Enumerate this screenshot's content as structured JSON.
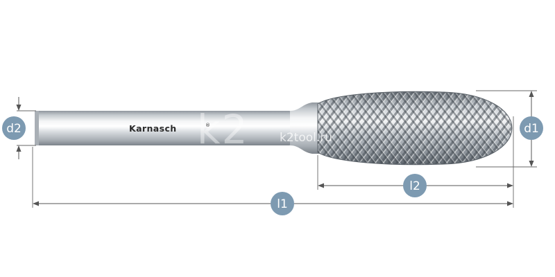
{
  "diagram": {
    "brand": "Karnasch",
    "brand_mark": "®",
    "labels": {
      "d2": "d2",
      "d1": "d1",
      "l1": "l1",
      "l2": "l2"
    },
    "watermark": {
      "logo": "k2",
      "url": "k2tool.ru"
    },
    "colors": {
      "dimension_line": "#555555",
      "label_badge": "#7d9ab1",
      "shank_mid": "#e6e9ec",
      "shank_dark": "#8c939a"
    }
  }
}
